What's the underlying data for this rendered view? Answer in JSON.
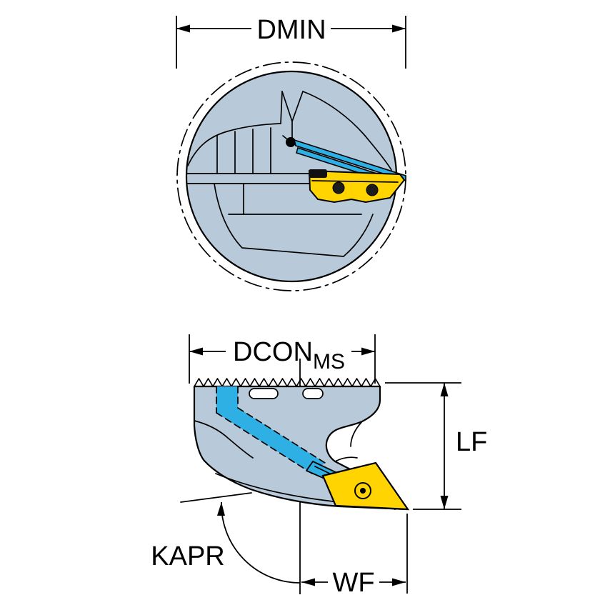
{
  "figure": {
    "labels": {
      "dmin": "DMIN",
      "dcon": "DCON",
      "dcon_sub": "MS",
      "lf": "LF",
      "kapr": "KAPR",
      "wf": "WF"
    },
    "colors": {
      "body_fill": "#b8cad9",
      "insert_fill": "#ffd400",
      "coolant_fill": "#2fb0e5",
      "outline": "#000000",
      "background": "#ffffff"
    }
  }
}
